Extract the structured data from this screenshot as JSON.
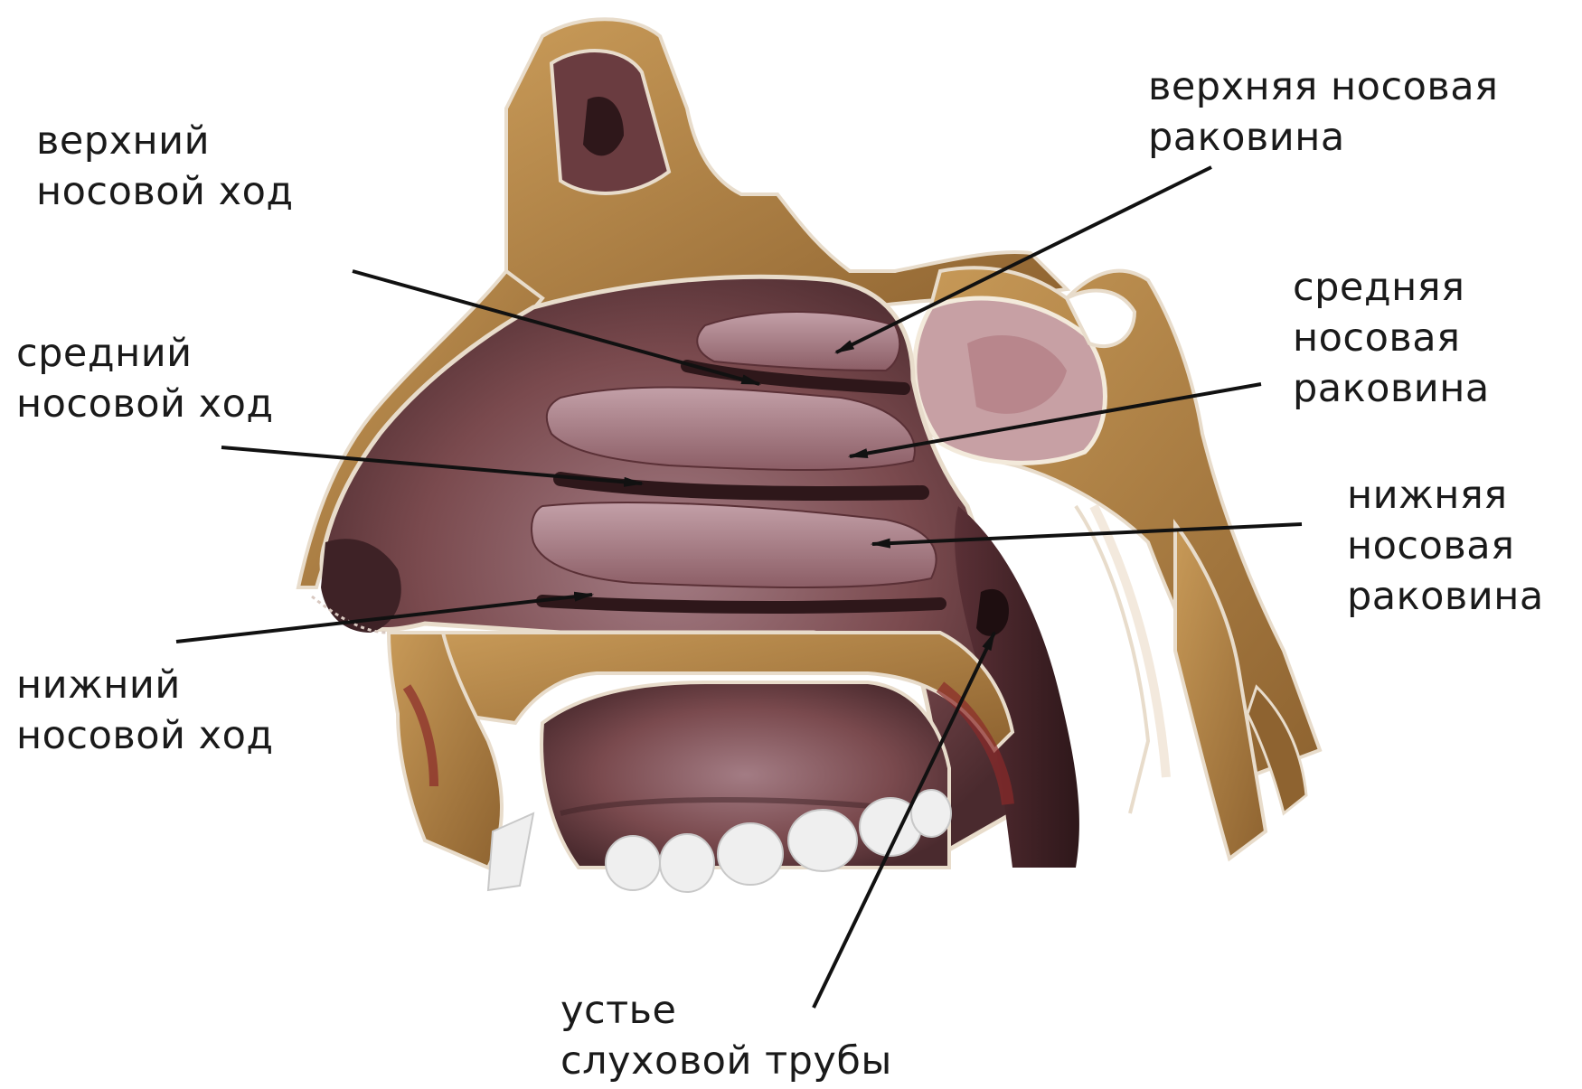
{
  "labels": {
    "superior_meatus": {
      "line1": "верхний",
      "line2": "носовой ход"
    },
    "middle_meatus": {
      "line1": "средний",
      "line2": "носовой ход"
    },
    "inferior_meatus": {
      "line1": "нижний",
      "line2": "носовой ход"
    },
    "superior_concha": {
      "line1": "верхняя носовая",
      "line2": "раковина"
    },
    "middle_concha": {
      "line1": "средняя",
      "line2": "носовая",
      "line3": "раковина"
    },
    "inferior_concha": {
      "line1": "нижняя",
      "line2": "носовая",
      "line3": "раковина"
    },
    "tube_opening": {
      "line1": "устье",
      "line2": "слуховой трубы"
    }
  },
  "colors": {
    "background": "#ffffff",
    "mucosa": "#7a4a4e",
    "mucosa_dark": "#3e2226",
    "mucosa_light": "#b08890",
    "bone": "#a77a3c",
    "bone_light": "#d7b27a",
    "outline": "#e8dccb",
    "teeth": "#efefef",
    "arrow": "#111111",
    "text": "#1a1a1a"
  }
}
